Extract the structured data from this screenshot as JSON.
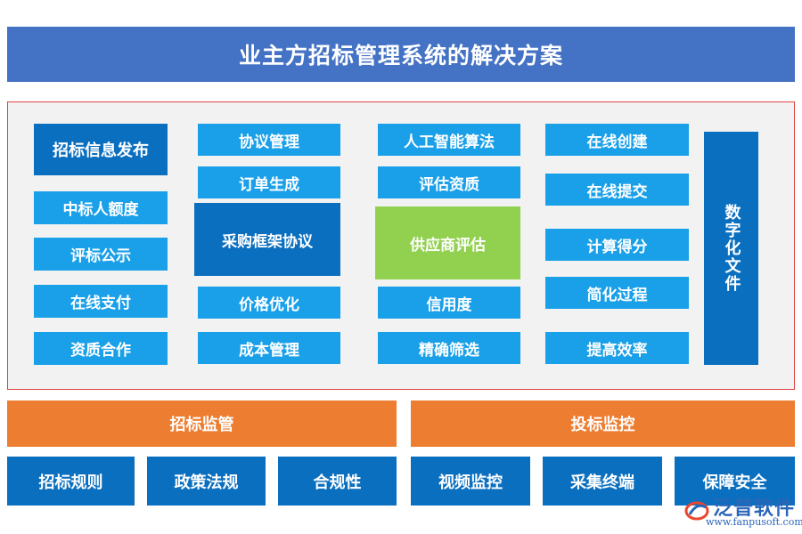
{
  "title": "业主方招标管理系统的解决方案",
  "col1": [
    "招标信息发布",
    "中标人额度",
    "评标公示",
    "在线支付",
    "资质合作"
  ],
  "col2": {
    "top": [
      "协议管理",
      "订单生成"
    ],
    "center": "采购框架协议",
    "bottom": [
      "价格优化",
      "成本管理"
    ]
  },
  "col3": {
    "top": [
      "人工智能算法",
      "评估资质"
    ],
    "center": "供应商评估",
    "bottom": [
      "信用度",
      "精确筛选"
    ]
  },
  "col4": [
    "在线创建",
    "在线提交",
    "计算得分",
    "简化过程",
    "提高效率"
  ],
  "side": "数字化文件",
  "band": {
    "left": "招标监管",
    "right": "投标监控"
  },
  "bottom": [
    "招标规则",
    "政策法规",
    "合规性",
    "视频监控",
    "采集终端",
    "保障安全"
  ],
  "watermark": {
    "name": "泛普软件",
    "url": "www.fanpusoft.com"
  },
  "colors": {
    "title": "#4472c4",
    "light": "#1aa0e8",
    "dark": "#0b6fbf",
    "green": "#92d050",
    "orange": "#ed7d31",
    "frame_border": "#e0403f"
  }
}
